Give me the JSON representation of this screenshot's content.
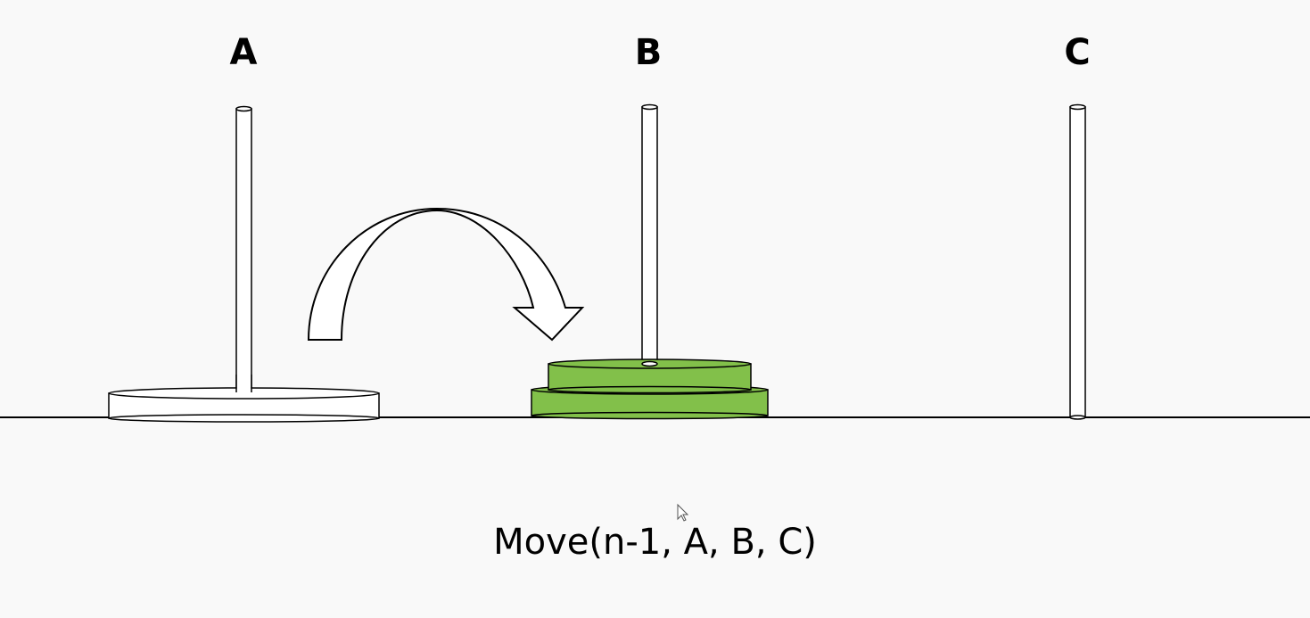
{
  "pegs": [
    {
      "label": "A"
    },
    {
      "label": "B"
    },
    {
      "label": "C"
    }
  ],
  "caption": "Move(n-1, A, B, C)",
  "colors": {
    "background": "#f9f9f9",
    "disk_moved": "#82c04a",
    "disk_remaining": "#ffffff",
    "outline": "#000000"
  },
  "disks": {
    "remaining_on_A": 1,
    "stacked_on_B": 2
  }
}
